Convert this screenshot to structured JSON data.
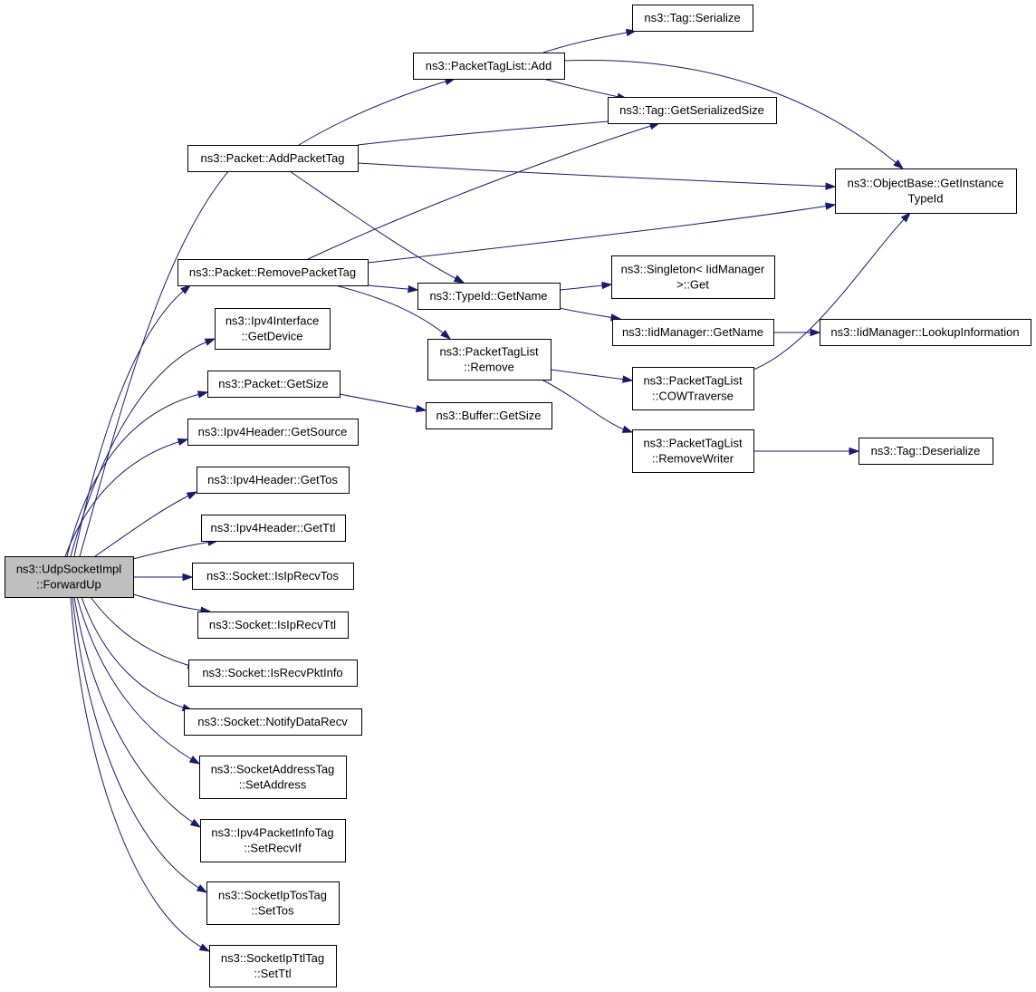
{
  "colors": {
    "edge": "#191970",
    "root_fill": "#bfbfbf",
    "node_fill": "#ffffff",
    "node_border": "#000000"
  },
  "nodes": [
    {
      "id": "forwardup",
      "lines": [
        "ns3::UdpSocketImpl",
        "::ForwardUp"
      ],
      "root": true
    },
    {
      "id": "addpackettag",
      "lines": [
        "ns3::Packet::AddPacketTag"
      ]
    },
    {
      "id": "removepackettag",
      "lines": [
        "ns3::Packet::RemovePacketTag"
      ]
    },
    {
      "id": "ipv4if-getdevice",
      "lines": [
        "ns3::Ipv4Interface",
        "::GetDevice"
      ]
    },
    {
      "id": "packet-getsize",
      "lines": [
        "ns3::Packet::GetSize"
      ]
    },
    {
      "id": "ipv4h-getsource",
      "lines": [
        "ns3::Ipv4Header::GetSource"
      ]
    },
    {
      "id": "ipv4h-gettos",
      "lines": [
        "ns3::Ipv4Header::GetTos"
      ]
    },
    {
      "id": "ipv4h-getttl",
      "lines": [
        "ns3::Ipv4Header::GetTtl"
      ]
    },
    {
      "id": "socket-isiprecvtos",
      "lines": [
        "ns3::Socket::IsIpRecvTos"
      ]
    },
    {
      "id": "socket-isiprecvttl",
      "lines": [
        "ns3::Socket::IsIpRecvTtl"
      ]
    },
    {
      "id": "socket-isrecvpktinfo",
      "lines": [
        "ns3::Socket::IsRecvPktInfo"
      ]
    },
    {
      "id": "socket-notifydatarecv",
      "lines": [
        "ns3::Socket::NotifyDataRecv"
      ]
    },
    {
      "id": "socketaddresstag-setaddress",
      "lines": [
        "ns3::SocketAddressTag",
        "::SetAddress"
      ]
    },
    {
      "id": "ipv4packetinfotag-setrecvif",
      "lines": [
        "ns3::Ipv4PacketInfoTag",
        "::SetRecvIf"
      ]
    },
    {
      "id": "socketiptostag-settos",
      "lines": [
        "ns3::SocketIpTosTag",
        "::SetTos"
      ]
    },
    {
      "id": "socketipttltag-setttl",
      "lines": [
        "ns3::SocketIpTtlTag",
        "::SetTtl"
      ]
    },
    {
      "id": "packettaglist-add",
      "lines": [
        "ns3::PacketTagList::Add"
      ]
    },
    {
      "id": "typeid-getname",
      "lines": [
        "ns3::TypeId::GetName"
      ]
    },
    {
      "id": "packettaglist-remove",
      "lines": [
        "ns3::PacketTagList",
        "::Remove"
      ]
    },
    {
      "id": "buffer-getsize",
      "lines": [
        "ns3::Buffer::GetSize"
      ]
    },
    {
      "id": "tag-serialize",
      "lines": [
        "ns3::Tag::Serialize"
      ]
    },
    {
      "id": "tag-getserializedsize",
      "lines": [
        "ns3::Tag::GetSerializedSize"
      ]
    },
    {
      "id": "singleton-get",
      "lines": [
        "ns3::Singleton< IidManager",
        ">::Get"
      ]
    },
    {
      "id": "iidmanager-getname",
      "lines": [
        "ns3::IidManager::GetName"
      ]
    },
    {
      "id": "cowtraverse",
      "lines": [
        "ns3::PacketTagList",
        "::COWTraverse"
      ]
    },
    {
      "id": "removewriter",
      "lines": [
        "ns3::PacketTagList",
        "::RemoveWriter"
      ]
    },
    {
      "id": "objectbase-getinstancetypeid",
      "lines": [
        "ns3::ObjectBase::GetInstance",
        "TypeId"
      ]
    },
    {
      "id": "iidmanager-lookupinformation",
      "lines": [
        "ns3::IidManager::LookupInformation"
      ]
    },
    {
      "id": "tag-deserialize",
      "lines": [
        "ns3::Tag::Deserialize"
      ]
    }
  ],
  "edges": [
    [
      "forwardup",
      "addpackettag"
    ],
    [
      "forwardup",
      "removepackettag"
    ],
    [
      "forwardup",
      "ipv4if-getdevice"
    ],
    [
      "forwardup",
      "packet-getsize"
    ],
    [
      "forwardup",
      "ipv4h-getsource"
    ],
    [
      "forwardup",
      "ipv4h-gettos"
    ],
    [
      "forwardup",
      "ipv4h-getttl"
    ],
    [
      "forwardup",
      "socket-isiprecvtos"
    ],
    [
      "forwardup",
      "socket-isiprecvttl"
    ],
    [
      "forwardup",
      "socket-isrecvpktinfo"
    ],
    [
      "forwardup",
      "socket-notifydatarecv"
    ],
    [
      "forwardup",
      "socketaddresstag-setaddress"
    ],
    [
      "forwardup",
      "ipv4packetinfotag-setrecvif"
    ],
    [
      "forwardup",
      "socketiptostag-settos"
    ],
    [
      "forwardup",
      "socketipttltag-setttl"
    ],
    [
      "addpackettag",
      "packettaglist-add"
    ],
    [
      "addpackettag",
      "tag-getserializedsize"
    ],
    [
      "addpackettag",
      "objectbase-getinstancetypeid"
    ],
    [
      "addpackettag",
      "typeid-getname"
    ],
    [
      "packettaglist-add",
      "tag-serialize"
    ],
    [
      "packettaglist-add",
      "tag-getserializedsize"
    ],
    [
      "packettaglist-add",
      "objectbase-getinstancetypeid"
    ],
    [
      "removepackettag",
      "tag-getserializedsize"
    ],
    [
      "removepackettag",
      "objectbase-getinstancetypeid"
    ],
    [
      "removepackettag",
      "typeid-getname"
    ],
    [
      "removepackettag",
      "packettaglist-remove"
    ],
    [
      "typeid-getname",
      "singleton-get"
    ],
    [
      "typeid-getname",
      "iidmanager-getname"
    ],
    [
      "iidmanager-getname",
      "iidmanager-lookupinformation"
    ],
    [
      "packettaglist-remove",
      "cowtraverse"
    ],
    [
      "packettaglist-remove",
      "removewriter"
    ],
    [
      "cowtraverse",
      "objectbase-getinstancetypeid"
    ],
    [
      "removewriter",
      "tag-deserialize"
    ],
    [
      "packet-getsize",
      "buffer-getsize"
    ]
  ]
}
